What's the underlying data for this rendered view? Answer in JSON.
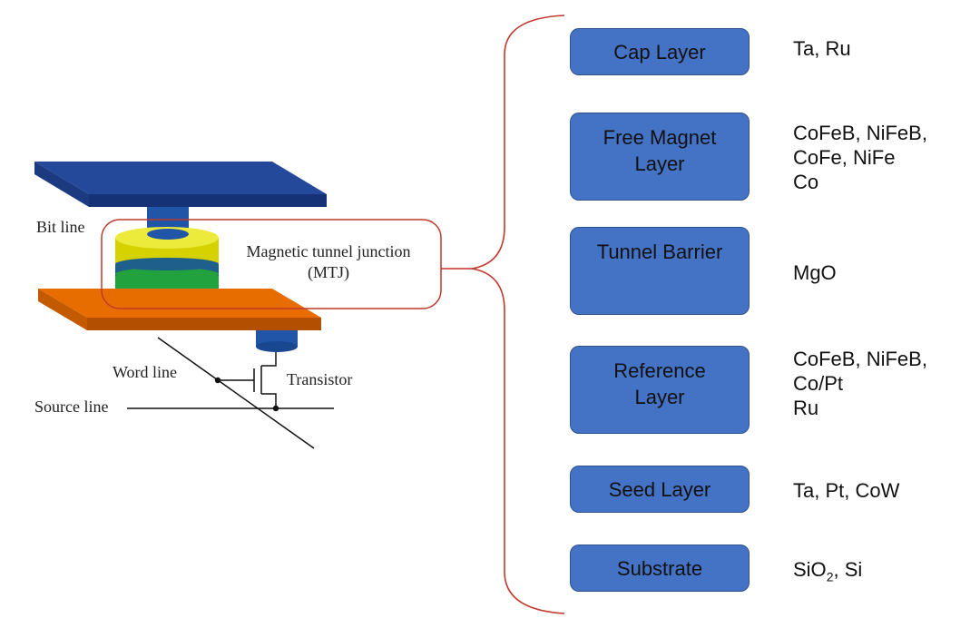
{
  "diagram": {
    "labels": {
      "bit_line": "Bit line",
      "mtj_line1": "Magnetic tunnel junction",
      "mtj_line2": "(MTJ)",
      "word_line": "Word line",
      "transistor": "Transistor",
      "source_line": "Source line"
    },
    "colors": {
      "bit_line_plate": "#1f3f8c",
      "pillar": "#1f4fa0",
      "top_layer": "#d4d000",
      "middle_layer": "#1c5f8a",
      "bottom_layer": "#1fa03c",
      "bottom_plate": "#e06a00",
      "outline_accent": "#c0392b",
      "layer_box": "#4472c4"
    }
  },
  "stack": {
    "layers": [
      {
        "name_lines": [
          "Cap Layer"
        ],
        "materials": [
          "Ta, Ru"
        ]
      },
      {
        "name_lines": [
          "Free Magnet",
          "Layer"
        ],
        "materials": [
          "CoFeB, NiFeB,",
          "CoFe, NiFe",
          "Co"
        ]
      },
      {
        "name_lines": [
          "Tunnel Barrier"
        ],
        "materials": [
          "MgO"
        ]
      },
      {
        "name_lines": [
          "Reference",
          "Layer"
        ],
        "materials": [
          "CoFeB, NiFeB,",
          "Co/Pt",
          "Ru"
        ]
      },
      {
        "name_lines": [
          "Seed Layer"
        ],
        "materials": [
          "Ta, Pt, CoW"
        ]
      },
      {
        "name_lines": [
          "Substrate"
        ],
        "materials": [
          "SiO",
          "2",
          ", Si"
        ]
      }
    ]
  }
}
